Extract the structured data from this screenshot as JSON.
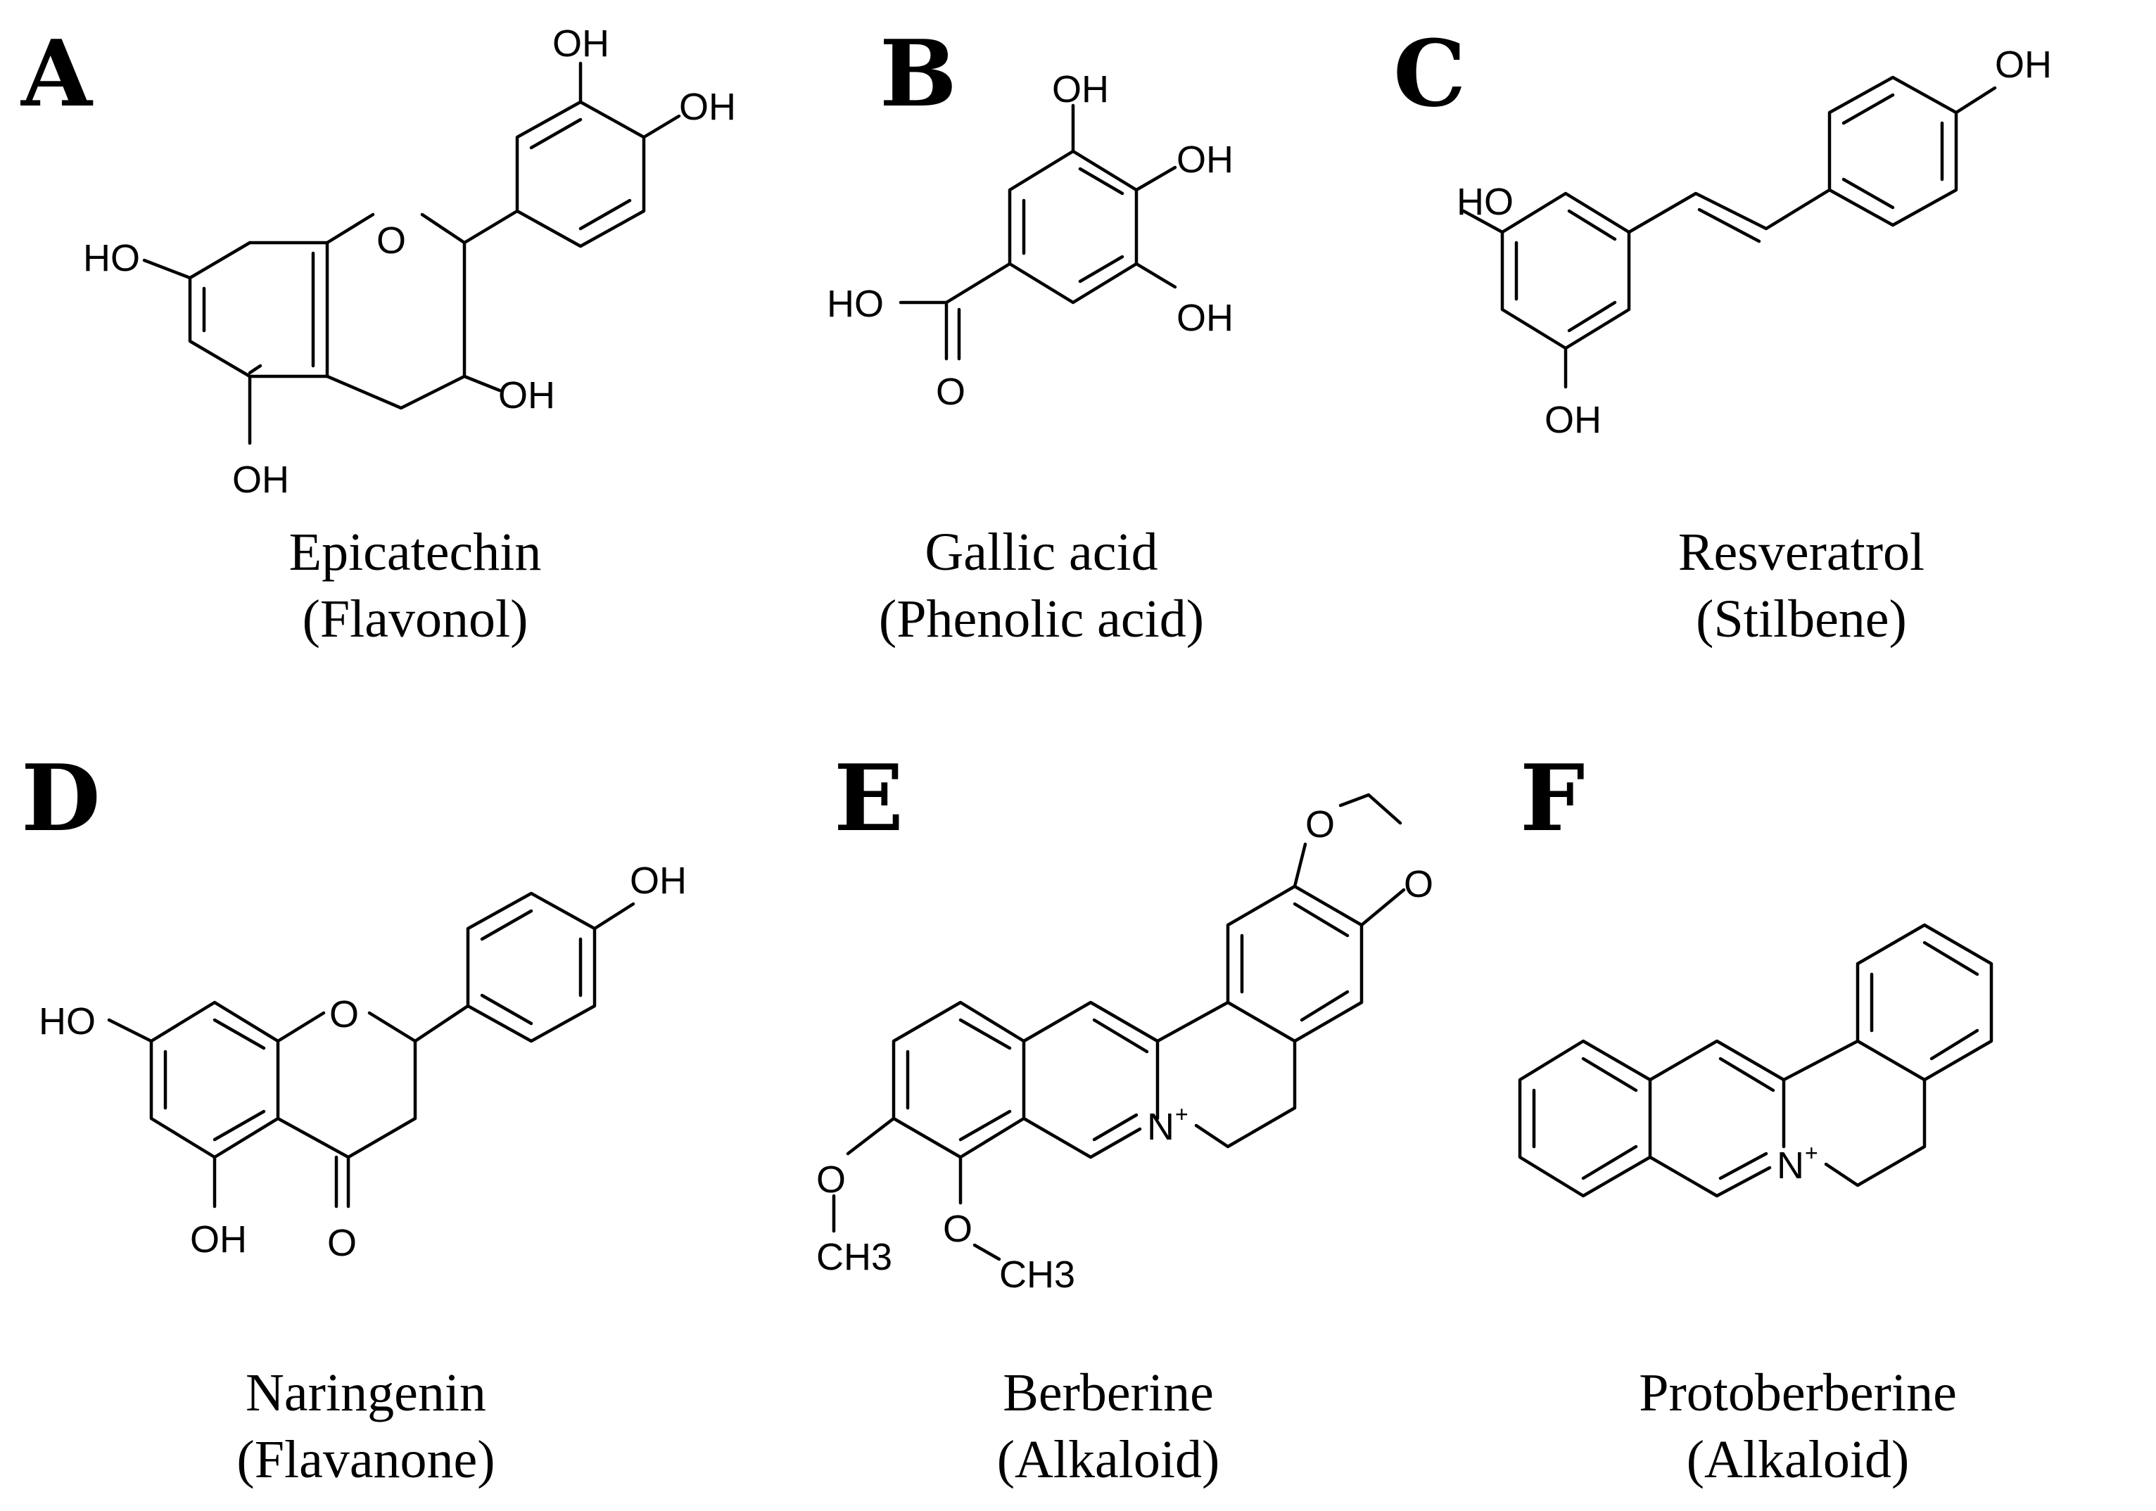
{
  "panels": [
    {
      "letter": "A",
      "name": "Epicatechin",
      "class": "(Flavonol)"
    },
    {
      "letter": "B",
      "name": "Gallic acid",
      "class": "(Phenolic acid)"
    },
    {
      "letter": "C",
      "name": "Resveratrol",
      "class": "(Stilbene)"
    },
    {
      "letter": "D",
      "name": "Naringenin",
      "class": "(Flavanone)"
    },
    {
      "letter": "E",
      "name": "Berberine",
      "class": "(Alkaloid)"
    },
    {
      "letter": "F",
      "name": "Protoberberine",
      "class": "(Alkaloid)"
    }
  ],
  "atoms": {
    "oh": "OH",
    "ho": "HO",
    "o": "O",
    "n": "N",
    "plus": "+",
    "ch3": "CH3"
  }
}
